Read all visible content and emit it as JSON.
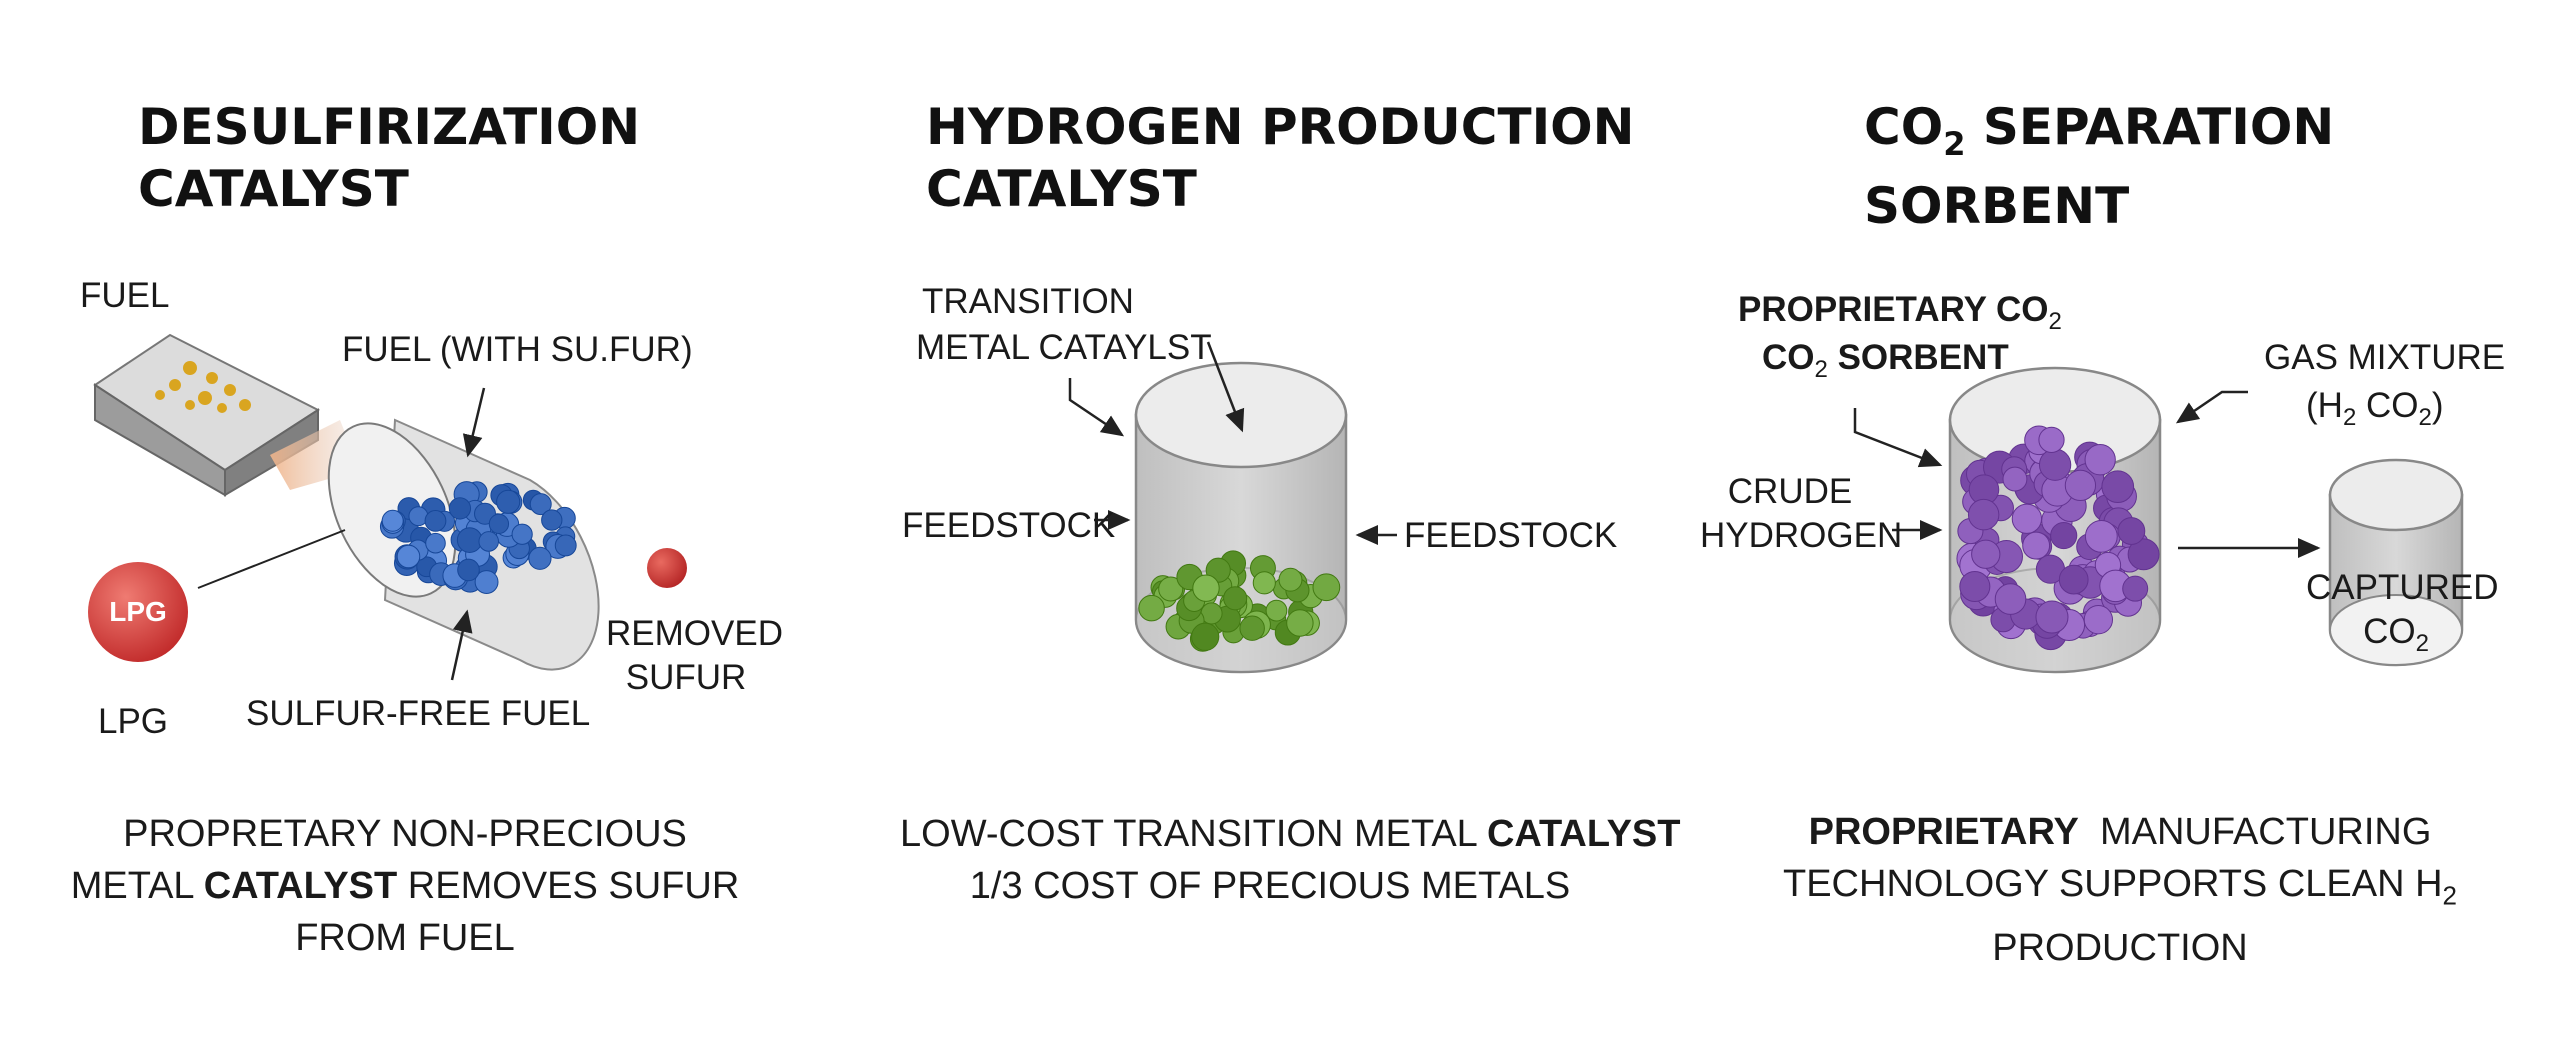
{
  "panels": [
    {
      "title_line1": "DESULFIRIZATION",
      "title_line2": "CATALYST",
      "labels": {
        "fuel": "FUEL",
        "fuel_with_sulfur": "FUEL (WITH SU.FUR)",
        "lpg_ball": "LPG",
        "lpg": "LPG",
        "sulfur_free_fuel": "SULFUR-FREE FUEL",
        "removed_1": "REMOVED",
        "removed_2": "SUFUR"
      },
      "desc": {
        "l1": "PROPRETARY NON-PRECIOUS",
        "l2a": "METAL ",
        "l2b": "CATALYST",
        "l2c": " REMOVES SUFUR",
        "l3": "FROM FUEL"
      }
    },
    {
      "title_line1": "HYDROGEN PRODUCTION",
      "title_line2": "CATALYST",
      "labels": {
        "transition_1": "TRANSITION",
        "transition_2": "METAL CATAYLST",
        "feedstock_left": "FEEDSTOCK",
        "feedstock_right": "FEEDSTOCK"
      },
      "desc": {
        "l1a": "LOW-COST TRANSITION METAL ",
        "l1b": "CATALYST",
        "l2": "1/3 COST OF PRECIOUS METALS"
      }
    },
    {
      "title_line1a": "CO",
      "title_line1_sub": "2",
      "title_line1b": " SEPARATION",
      "title_line2": "SORBENT",
      "labels": {
        "proprietary_1a": "PROPRIETARY CO",
        "proprietary_1_sub": "2",
        "proprietary_2a": "CO",
        "proprietary_2_sub": "2",
        "proprietary_2b": " SORBENT",
        "gas_1": "GAS MIXTURE",
        "gas_2a": "(H",
        "gas_2_sub1": "2",
        "gas_2b": " CO",
        "gas_2_sub2": "2",
        "gas_2c": ")",
        "crude_1": "CRUDE",
        "crude_2": "HYDROGEN",
        "captured_1": "CAPTURED",
        "captured_2a": "CO",
        "captured_2_sub": "2"
      },
      "desc": {
        "l1a": "PROPRIETARY",
        "l1b": "  MANUFACTURING",
        "l2a": "TECHNOLOGY SUPPORTS CLEAN H",
        "l2_sub": "2",
        "l3": "PRODUCTION"
      }
    }
  ],
  "colors": {
    "sulfur_dots": "#d9a520",
    "blue_pellets": "#3f6fc0",
    "green_pellets": "#6aa13a",
    "purple_pellets": "#8a5bb8",
    "lpg_ball": "#d33b3b",
    "removed_sulfur": "#cc3333"
  }
}
